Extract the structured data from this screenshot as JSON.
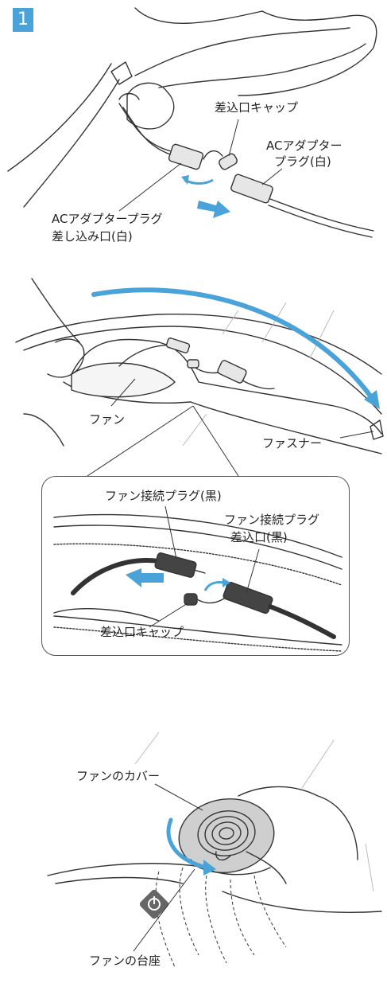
{
  "step": {
    "number": "1"
  },
  "panel1": {
    "label_cap": "差込口キャップ",
    "label_plug_line1": "ACアダプター",
    "label_plug_line2": "プラグ(白)",
    "label_socket_line1": "ACアダプタープラグ",
    "label_socket_line2": "差し込み口(白)"
  },
  "panel2": {
    "label_fan": "ファン",
    "label_zipper": "ファスナー"
  },
  "inset": {
    "label_fan_plug": "ファン接続プラグ(黒)",
    "label_fan_socket_line1": "ファン接続プラグ",
    "label_fan_socket_line2": "差込口(黒)",
    "label_cap": "差込口キャップ"
  },
  "panel3": {
    "label_cover": "ファンのカバー",
    "label_base": "ファンの台座"
  },
  "colors": {
    "accent_blue": "#4aa3d8",
    "line": "#333333",
    "light_line": "#bbbbbb",
    "gray_fill": "#cfcfcf"
  }
}
